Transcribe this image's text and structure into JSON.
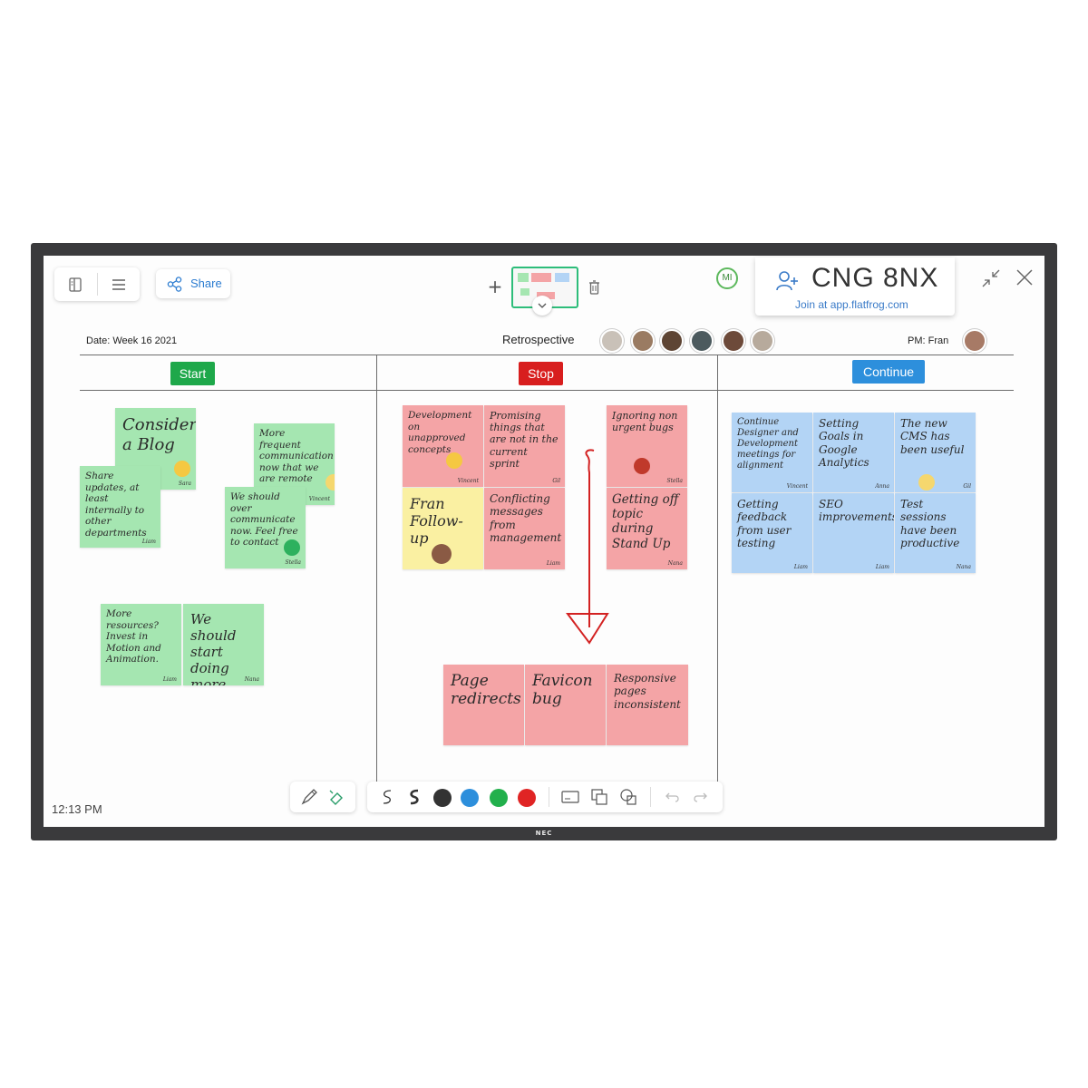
{
  "device": {
    "brand": "NEC"
  },
  "toolbar_top": {
    "share_label": "Share"
  },
  "session": {
    "user_initials": "MI",
    "code": "CNG 8NX",
    "join_text": "Join at app.flatfrog.com"
  },
  "header": {
    "date": "Date: Week 16 2021",
    "title": "Retrospective",
    "pm": "PM: Fran"
  },
  "columns": [
    {
      "label": "Start",
      "color": "#1ea84a"
    },
    {
      "label": "Stop",
      "color": "#d81e1e"
    },
    {
      "label": "Continue",
      "color": "#2d8fdc"
    }
  ],
  "notes": {
    "start": [
      {
        "text": "Consider a Blog",
        "sig": "Sara"
      },
      {
        "text": "Share updates, at least internally to other departments",
        "sig": "Liam"
      },
      {
        "text": "More frequent communication now that we are remote",
        "sig": "Vincent"
      },
      {
        "text": "We should over communicate now. Feel free to contact",
        "sig": "Stella"
      },
      {
        "text": "More resources? Invest in Motion and Animation.",
        "sig": "Liam"
      },
      {
        "text": "We should start doing more Video",
        "sig": "Nana"
      }
    ],
    "stop": [
      {
        "text": "Development on unapproved concepts",
        "sig": "Vincent"
      },
      {
        "text": "Promising things that are not in the current sprint",
        "sig": "Gil"
      },
      {
        "text": "Ignoring non urgent bugs",
        "sig": "Stella"
      },
      {
        "text": "Fran Follow-up",
        "sig": ""
      },
      {
        "text": "Conflicting messages from management",
        "sig": "Liam"
      },
      {
        "text": "Getting off topic during Stand Up",
        "sig": "Nana"
      },
      {
        "text": "Page redirects",
        "sig": ""
      },
      {
        "text": "Favicon bug",
        "sig": ""
      },
      {
        "text": "Responsive pages inconsistent",
        "sig": ""
      }
    ],
    "continue": [
      {
        "text": "Continue Designer and Development meetings for alignment",
        "sig": "Vincent"
      },
      {
        "text": "Setting Goals in Google Analytics",
        "sig": "Anna"
      },
      {
        "text": "The new CMS has been useful",
        "sig": "Gil"
      },
      {
        "text": "Getting feedback from user testing",
        "sig": "Liam"
      },
      {
        "text": "SEO improvements",
        "sig": "Liam"
      },
      {
        "text": "Test sessions have been productive",
        "sig": "Nana"
      }
    ]
  },
  "clock": "12:13 PM",
  "pen_colors": [
    "#333333",
    "#2d8fdc",
    "#22b04c",
    "#e02424"
  ],
  "icons": [
    "sidebar-icon",
    "menu-icon",
    "share-icon",
    "add-icon",
    "board-thumbnail",
    "chevron-down-icon",
    "trash-icon",
    "add-user-icon",
    "shrink-icon",
    "close-icon",
    "pen-select-icon",
    "eraser-icon",
    "pen-thin-icon",
    "pen-thick-icon",
    "note-icon",
    "copy-icon",
    "shapes-icon",
    "undo-icon",
    "redo-icon"
  ]
}
